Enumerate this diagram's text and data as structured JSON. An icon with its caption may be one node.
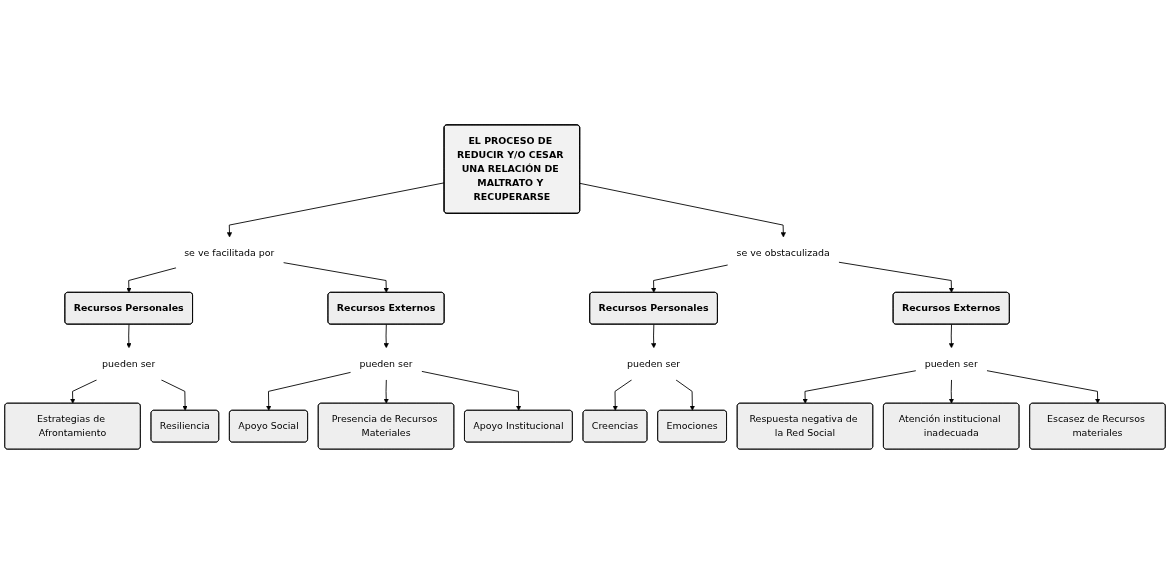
{
  "diagram": {
    "nodes": [
      {
        "text": [
          "EL PROCESO DE REDUCIR Y/O CESAR UNA RELACIÓN DE MALTRATO Y RECUPERARSE"
        ]
      },
      {
        "text": [
          "se ve facilitada por"
        ]
      },
      {
        "text": [
          "se ve obstaculizada"
        ]
      },
      {
        "text": [
          "Recursos Personales"
        ]
      },
      {
        "text": [
          "Recursos Externos"
        ]
      },
      {
        "text": [
          "pueden ser"
        ]
      },
      {
        "text": [
          "pueden ser"
        ]
      },
      {
        "text": [
          "Estrategias de Afrontamiento"
        ]
      },
      {
        "text": [
          "Resiliencia"
        ]
      },
      {
        "text": [
          "Apoyo Social"
        ]
      },
      {
        "text": [
          "Presencia de Recursos Materiales"
        ]
      },
      {
        "text": [
          "Apoyo Institucional"
        ]
      },
      {
        "text": [
          "Recursos Personales"
        ]
      },
      {
        "text": [
          "Recursos Externos"
        ]
      },
      {
        "text": [
          "pueden ser"
        ]
      },
      {
        "text": [
          "pueden ser"
        ]
      },
      {
        "text": [
          "Creencias"
        ]
      },
      {
        "text": [
          "Emociones"
        ]
      },
      {
        "text": [
          "Respuesta negativa de la Red Social"
        ]
      },
      {
        "text": [
          "Atención institucional inadecuada"
        ]
      },
      {
        "text": [
          "Escasez de Recursos materiales"
        ]
      }
    ],
    "edges": [
      {
        "from": 0,
        "to": 1,
        "arrow": "to"
      },
      {
        "from": 0,
        "to": 2,
        "arrow": "to"
      },
      {
        "from": 1,
        "to": 3,
        "arrow": "to"
      },
      {
        "from": 1,
        "to": 4,
        "arrow": "to"
      },
      {
        "from": 2,
        "to": 12,
        "arrow": "to"
      },
      {
        "from": 2,
        "to": 13,
        "arrow": "to"
      },
      {
        "from": 3,
        "to": 5,
        "arrow": "to"
      },
      {
        "from": 4,
        "to": 6,
        "arrow": "to"
      },
      {
        "from": 5,
        "to": 7,
        "arrow": "to"
      },
      {
        "from": 5,
        "to": 8,
        "arrow": "to"
      },
      {
        "from": 6,
        "to": 9,
        "arrow": "to"
      },
      {
        "from": 6,
        "to": 10,
        "arrow": "to"
      },
      {
        "from": 6,
        "to": 11,
        "arrow": "to"
      },
      {
        "from": 12,
        "to": 14,
        "arrow": "to"
      },
      {
        "from": 13,
        "to": 15,
        "arrow": "to"
      },
      {
        "from": 14,
        "to": 16,
        "arrow": "to"
      },
      {
        "from": 14,
        "to": 17,
        "arrow": "to"
      },
      {
        "from": 15,
        "to": 18,
        "arrow": "to"
      },
      {
        "from": 15,
        "to": 19,
        "arrow": "to"
      },
      {
        "from": 15,
        "to": 20,
        "arrow": "to"
      }
    ]
  }
}
